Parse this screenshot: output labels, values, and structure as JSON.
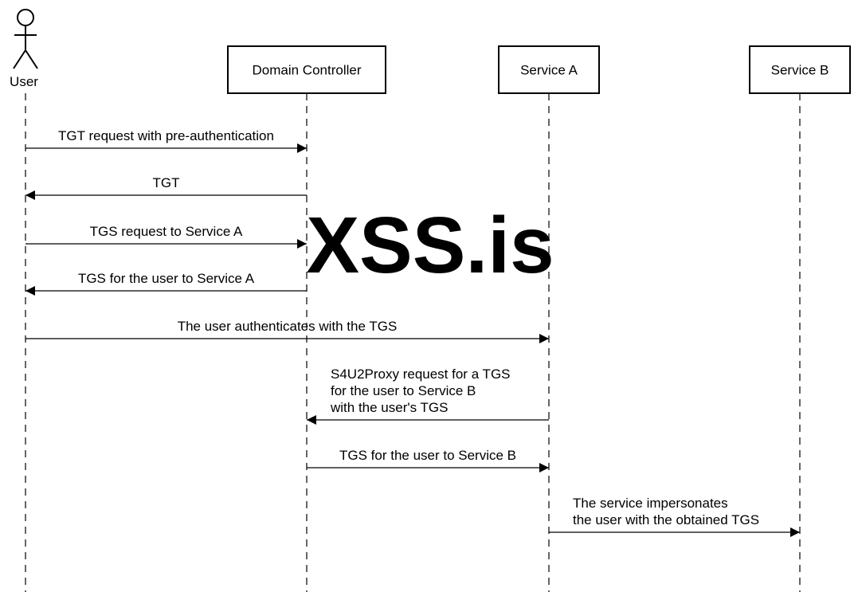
{
  "participants": [
    {
      "id": "user",
      "label": "User",
      "kind": "actor"
    },
    {
      "id": "dc",
      "label": "Domain Controller",
      "kind": "box"
    },
    {
      "id": "svcA",
      "label": "Service A",
      "kind": "box"
    },
    {
      "id": "svcB",
      "label": "Service B",
      "kind": "box"
    }
  ],
  "messages": [
    {
      "from": "user",
      "to": "dc",
      "lines": [
        "TGT request with pre-authentication"
      ]
    },
    {
      "from": "dc",
      "to": "user",
      "lines": [
        "TGT"
      ]
    },
    {
      "from": "user",
      "to": "dc",
      "lines": [
        "TGS request to Service A"
      ]
    },
    {
      "from": "dc",
      "to": "user",
      "lines": [
        "TGS for the user to Service A"
      ]
    },
    {
      "from": "user",
      "to": "svcA",
      "lines": [
        "The user authenticates with the TGS"
      ]
    },
    {
      "from": "svcA",
      "to": "dc",
      "lines": [
        "S4U2Proxy request for a TGS",
        "for the user to Service B",
        "with the user's TGS"
      ]
    },
    {
      "from": "dc",
      "to": "svcA",
      "lines": [
        "TGS for the user to Service B"
      ]
    },
    {
      "from": "svcA",
      "to": "svcB",
      "lines": [
        "The service impersonates",
        "the user with the obtained TGS"
      ]
    }
  ],
  "watermark": {
    "text": "XSS.is",
    "color": "#c8e9cf"
  },
  "colors": {
    "line": "#000000",
    "box_fill": "#ffffff"
  }
}
